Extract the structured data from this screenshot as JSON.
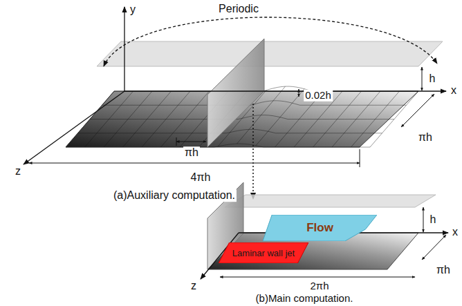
{
  "diagram": {
    "nodes": [
      {
        "text": [
          "Flow"
        ]
      },
      {
        "text": [
          "Laminar wall jet"
        ]
      }
    ],
    "labels": [
      "y",
      "Periodic",
      "h",
      "x",
      "0.02h",
      "πh",
      "πh",
      "z",
      "4πh",
      "(a)Auxiliary computation.",
      "h",
      "x",
      "πh",
      "z",
      "2πh",
      "(b)Main computation."
    ]
  }
}
